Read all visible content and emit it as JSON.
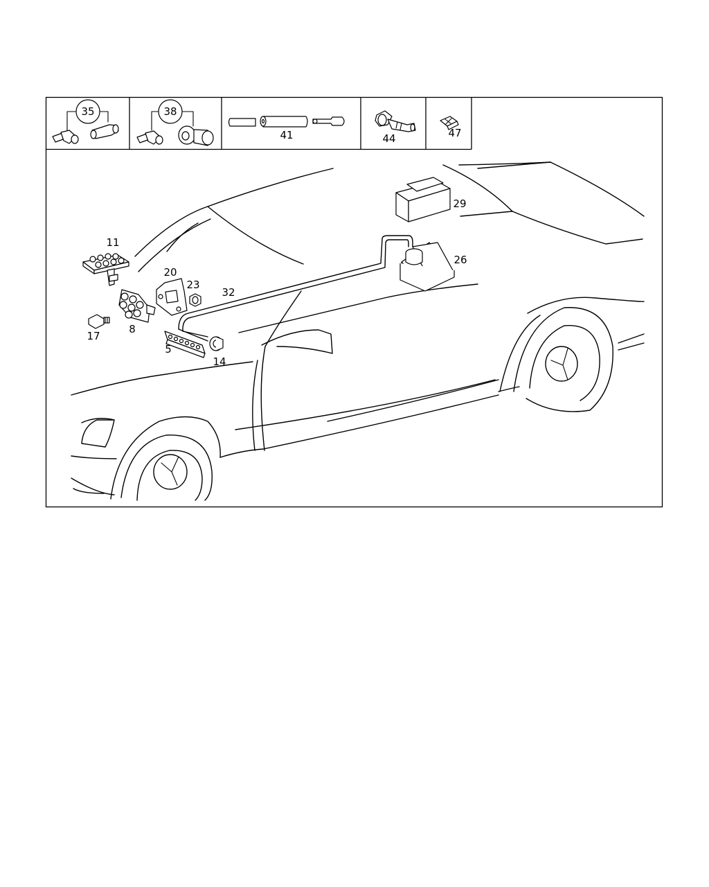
{
  "header_callouts": [
    {
      "id": "callout-35",
      "label": "35"
    },
    {
      "id": "callout-38",
      "label": "38"
    },
    {
      "id": "callout-41",
      "label": "41"
    },
    {
      "id": "callout-44",
      "label": "44"
    },
    {
      "id": "callout-47",
      "label": "47"
    }
  ],
  "part_labels": [
    {
      "id": "part-11",
      "label": "11"
    },
    {
      "id": "part-20",
      "label": "20"
    },
    {
      "id": "part-23",
      "label": "23"
    },
    {
      "id": "part-32",
      "label": "32"
    },
    {
      "id": "part-17",
      "label": "17"
    },
    {
      "id": "part-8",
      "label": "8"
    },
    {
      "id": "part-5",
      "label": "5"
    },
    {
      "id": "part-14",
      "label": "14"
    },
    {
      "id": "part-29",
      "label": "29"
    },
    {
      "id": "part-26",
      "label": "26"
    }
  ]
}
